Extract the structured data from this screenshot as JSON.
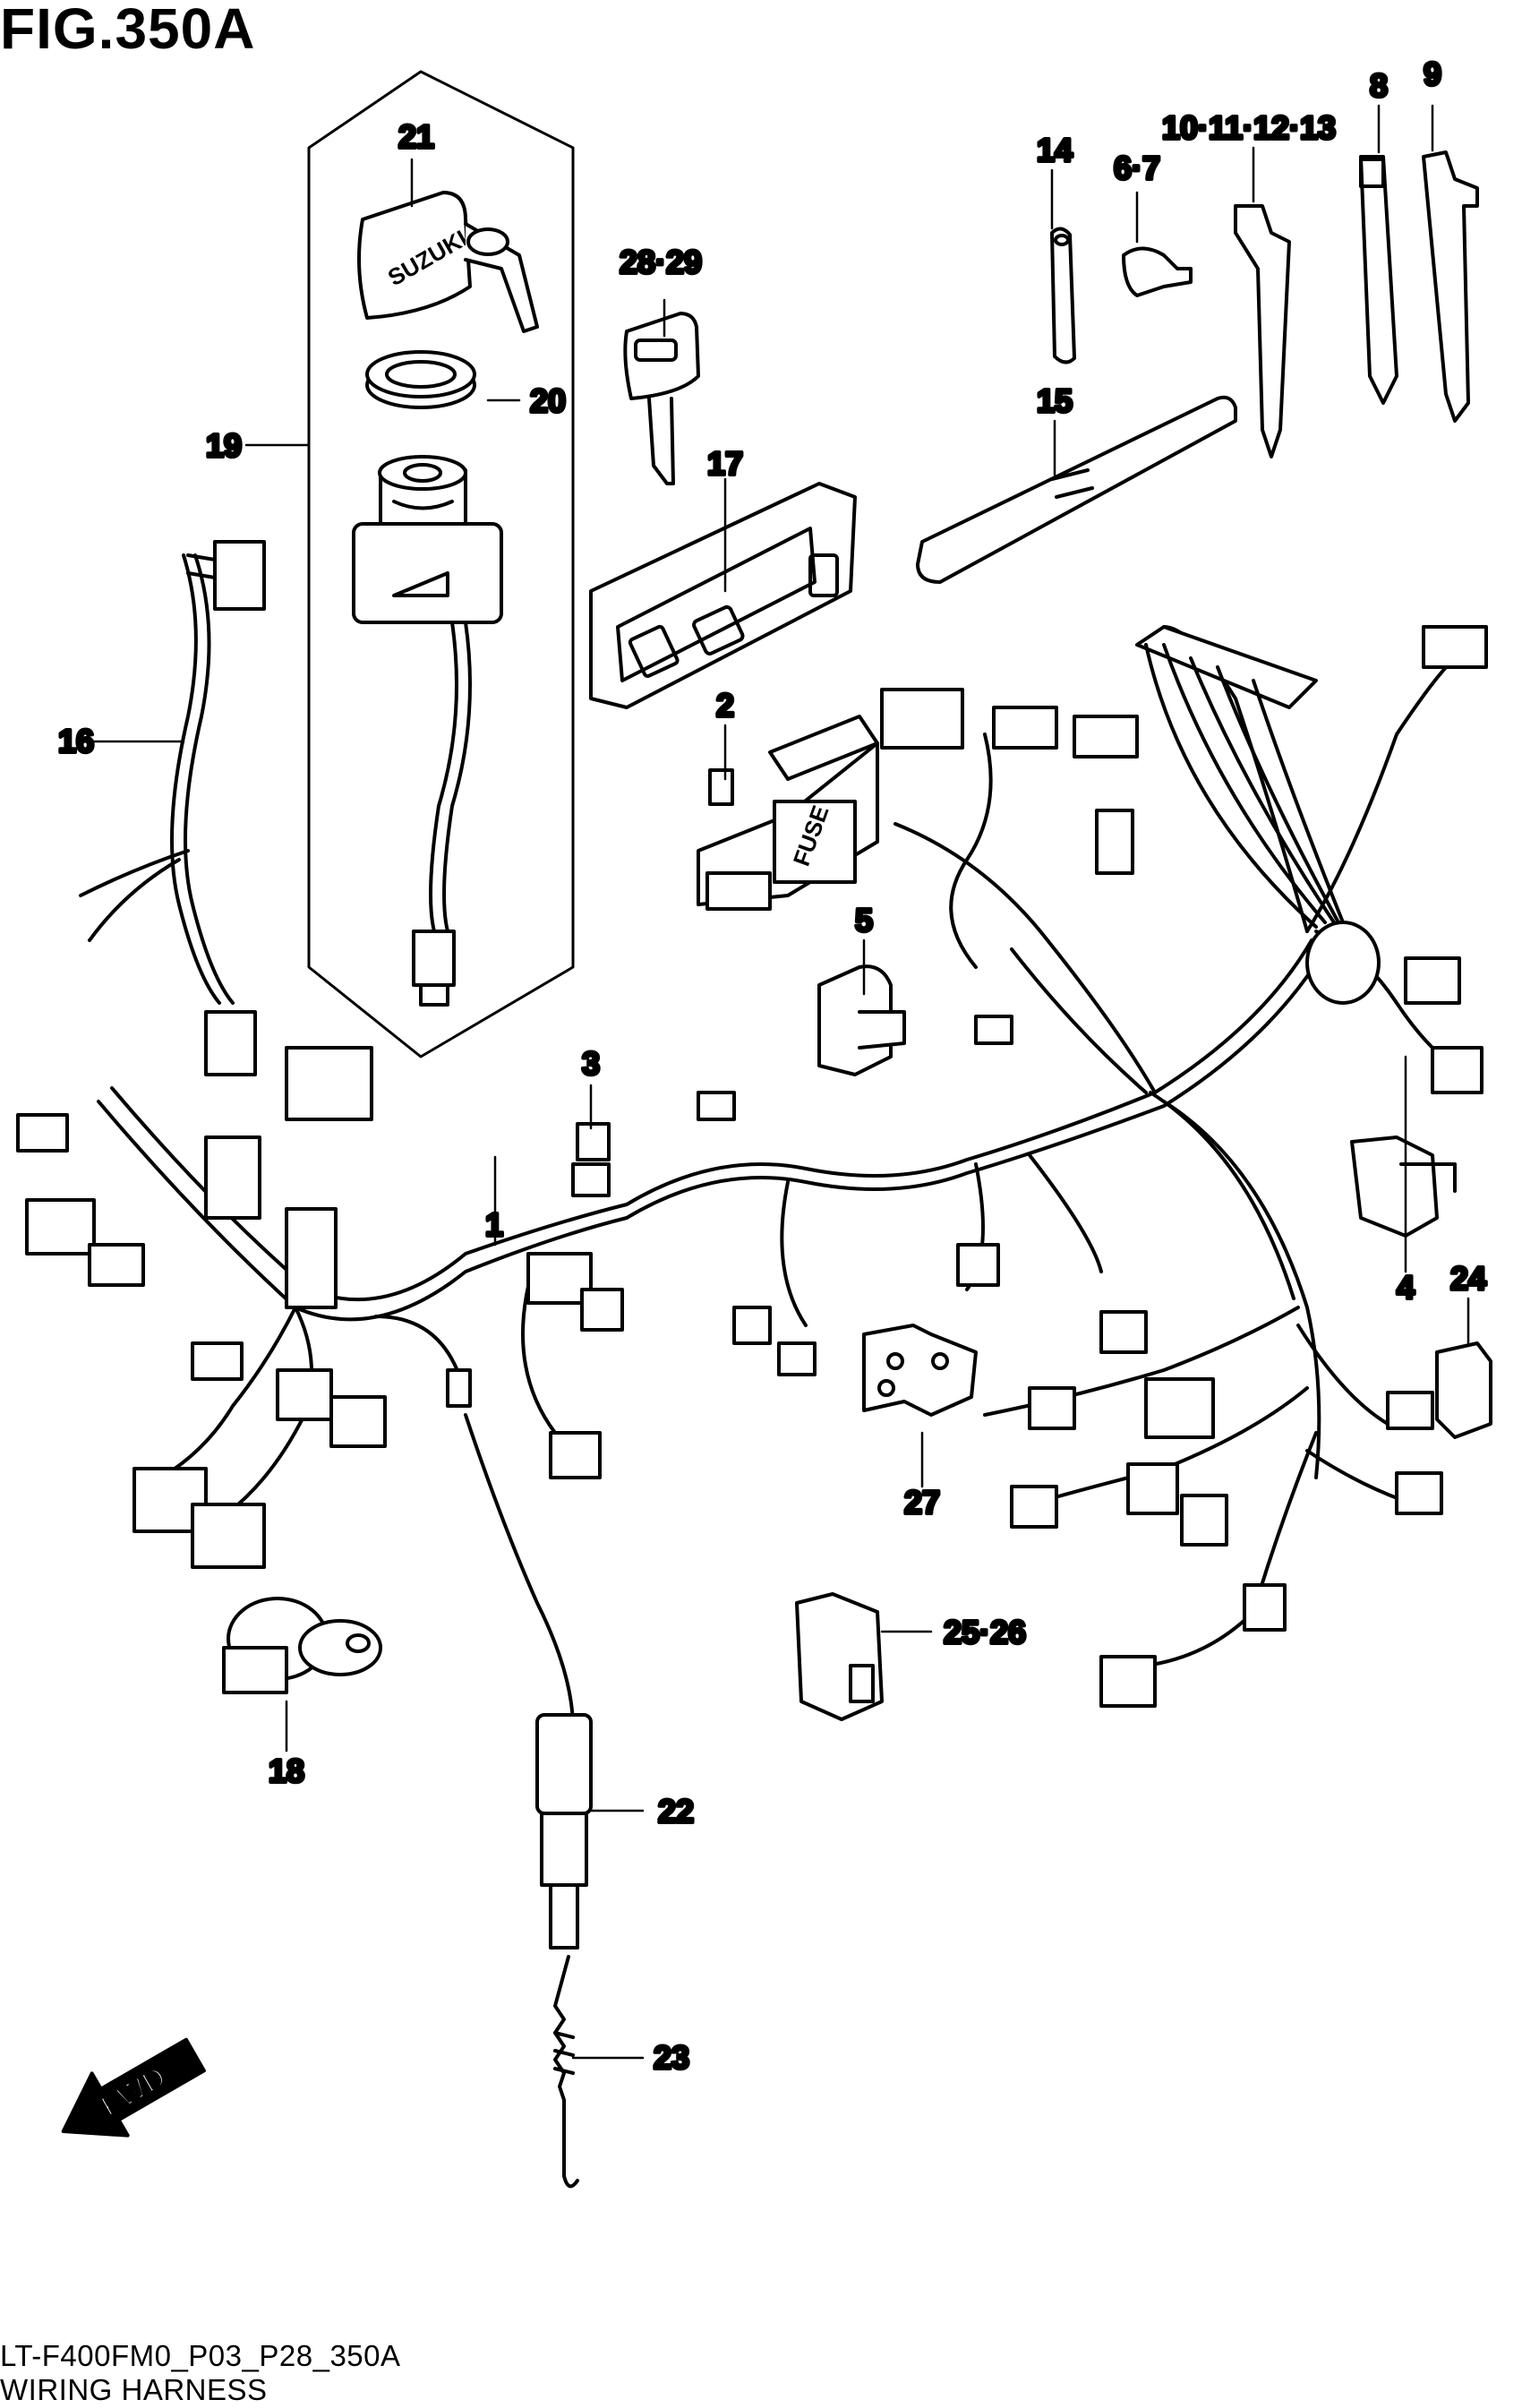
{
  "figure": {
    "title": "FIG.350A",
    "code": "LT-F400FM0_P03_P28_350A",
    "caption": "WIRING HARNESS",
    "fwd_label": "FWD",
    "key_brand": "SUZUKI",
    "fuse_label": "FUSE"
  },
  "callouts": [
    {
      "id": "c1",
      "text": "1"
    },
    {
      "id": "c2",
      "text": "2"
    },
    {
      "id": "c3",
      "text": "3"
    },
    {
      "id": "c4",
      "text": "4"
    },
    {
      "id": "c5",
      "text": "5"
    },
    {
      "id": "c67",
      "text": "6·7"
    },
    {
      "id": "c8",
      "text": "8"
    },
    {
      "id": "c9",
      "text": "9"
    },
    {
      "id": "c10",
      "text": "10·11·12·13"
    },
    {
      "id": "c14",
      "text": "14"
    },
    {
      "id": "c15",
      "text": "15"
    },
    {
      "id": "c16",
      "text": "16"
    },
    {
      "id": "c17",
      "text": "17"
    },
    {
      "id": "c18",
      "text": "18"
    },
    {
      "id": "c19",
      "text": "19"
    },
    {
      "id": "c20",
      "text": "20"
    },
    {
      "id": "c21",
      "text": "21"
    },
    {
      "id": "c22",
      "text": "22"
    },
    {
      "id": "c23",
      "text": "23"
    },
    {
      "id": "c24",
      "text": "24"
    },
    {
      "id": "c2526",
      "text": "25·26"
    },
    {
      "id": "c27",
      "text": "27"
    },
    {
      "id": "c2829",
      "text": "28·29"
    }
  ]
}
